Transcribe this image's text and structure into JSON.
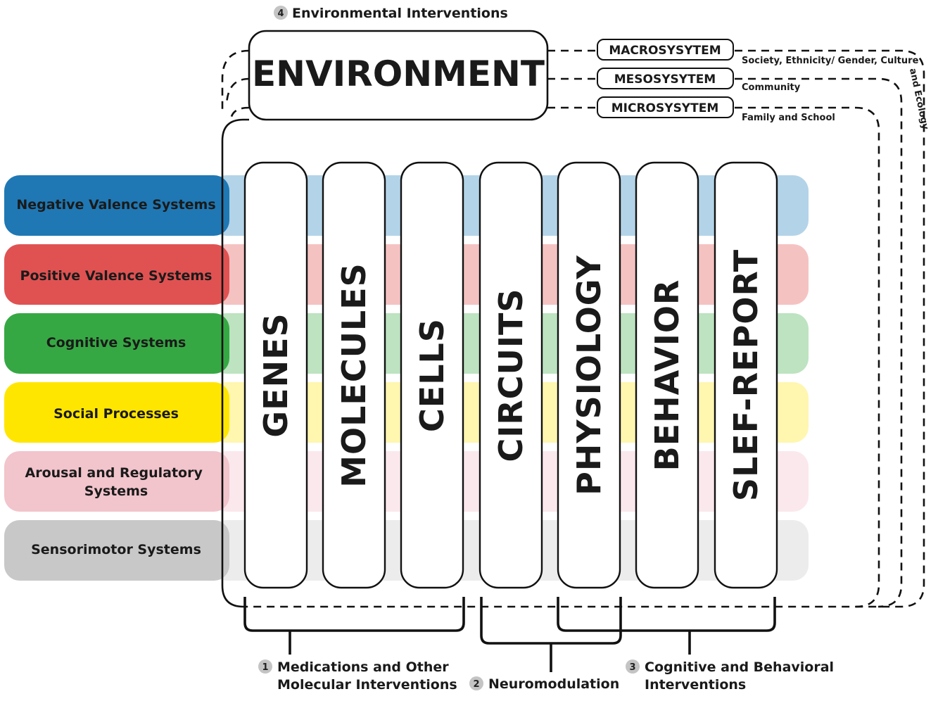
{
  "environment": {
    "title": "ENVIRONMENT",
    "systems": [
      {
        "label": "MACROSYSYTEM",
        "description": "Society, Ethnicity/ Gender, Culture and Ecology"
      },
      {
        "label": "MESOSYSYTEM",
        "description": "Community"
      },
      {
        "label": "MICROSYSYTEM",
        "description": "Family and School"
      }
    ]
  },
  "domains": [
    {
      "label": "Negative Valence Systems",
      "color": "#1f78b4",
      "band": "#b3d3e8",
      "text_color": "#1a1a1a"
    },
    {
      "label": "Positive Valence Systems",
      "color": "#e05252",
      "band": "#f5c2c2",
      "text_color": "#1a1a1a"
    },
    {
      "label": "Cognitive Systems",
      "color": "#36a843",
      "band": "#bde3c1",
      "text_color": "#1a1a1a"
    },
    {
      "label": "Social Processes",
      "color": "#ffe600",
      "band": "#fff6b0",
      "text_color": "#1a1a1a"
    },
    {
      "label": "Arousal and Regulatory Systems",
      "color": "#f2c4cc",
      "band": "#fbe8ec",
      "text_color": "#1a1a1a"
    },
    {
      "label": "Sensorimotor Systems",
      "color": "#c8c8c8",
      "band": "#ececec",
      "text_color": "#1a1a1a"
    }
  ],
  "units_of_analysis": [
    "GENES",
    "MOLECULES",
    "CELLS",
    "CIRCUITS",
    "PHYSIOLOGY",
    "BEHAVIOR",
    "SLEF-REPORT"
  ],
  "interventions": [
    {
      "number": "1",
      "label": "Medications and Other Molecular Interventions"
    },
    {
      "number": "2",
      "label": "Neuromodulation"
    },
    {
      "number": "3",
      "label": "Cognitive and Behavioral Interventions"
    },
    {
      "number": "4",
      "label": "Environmental Interventions"
    }
  ]
}
